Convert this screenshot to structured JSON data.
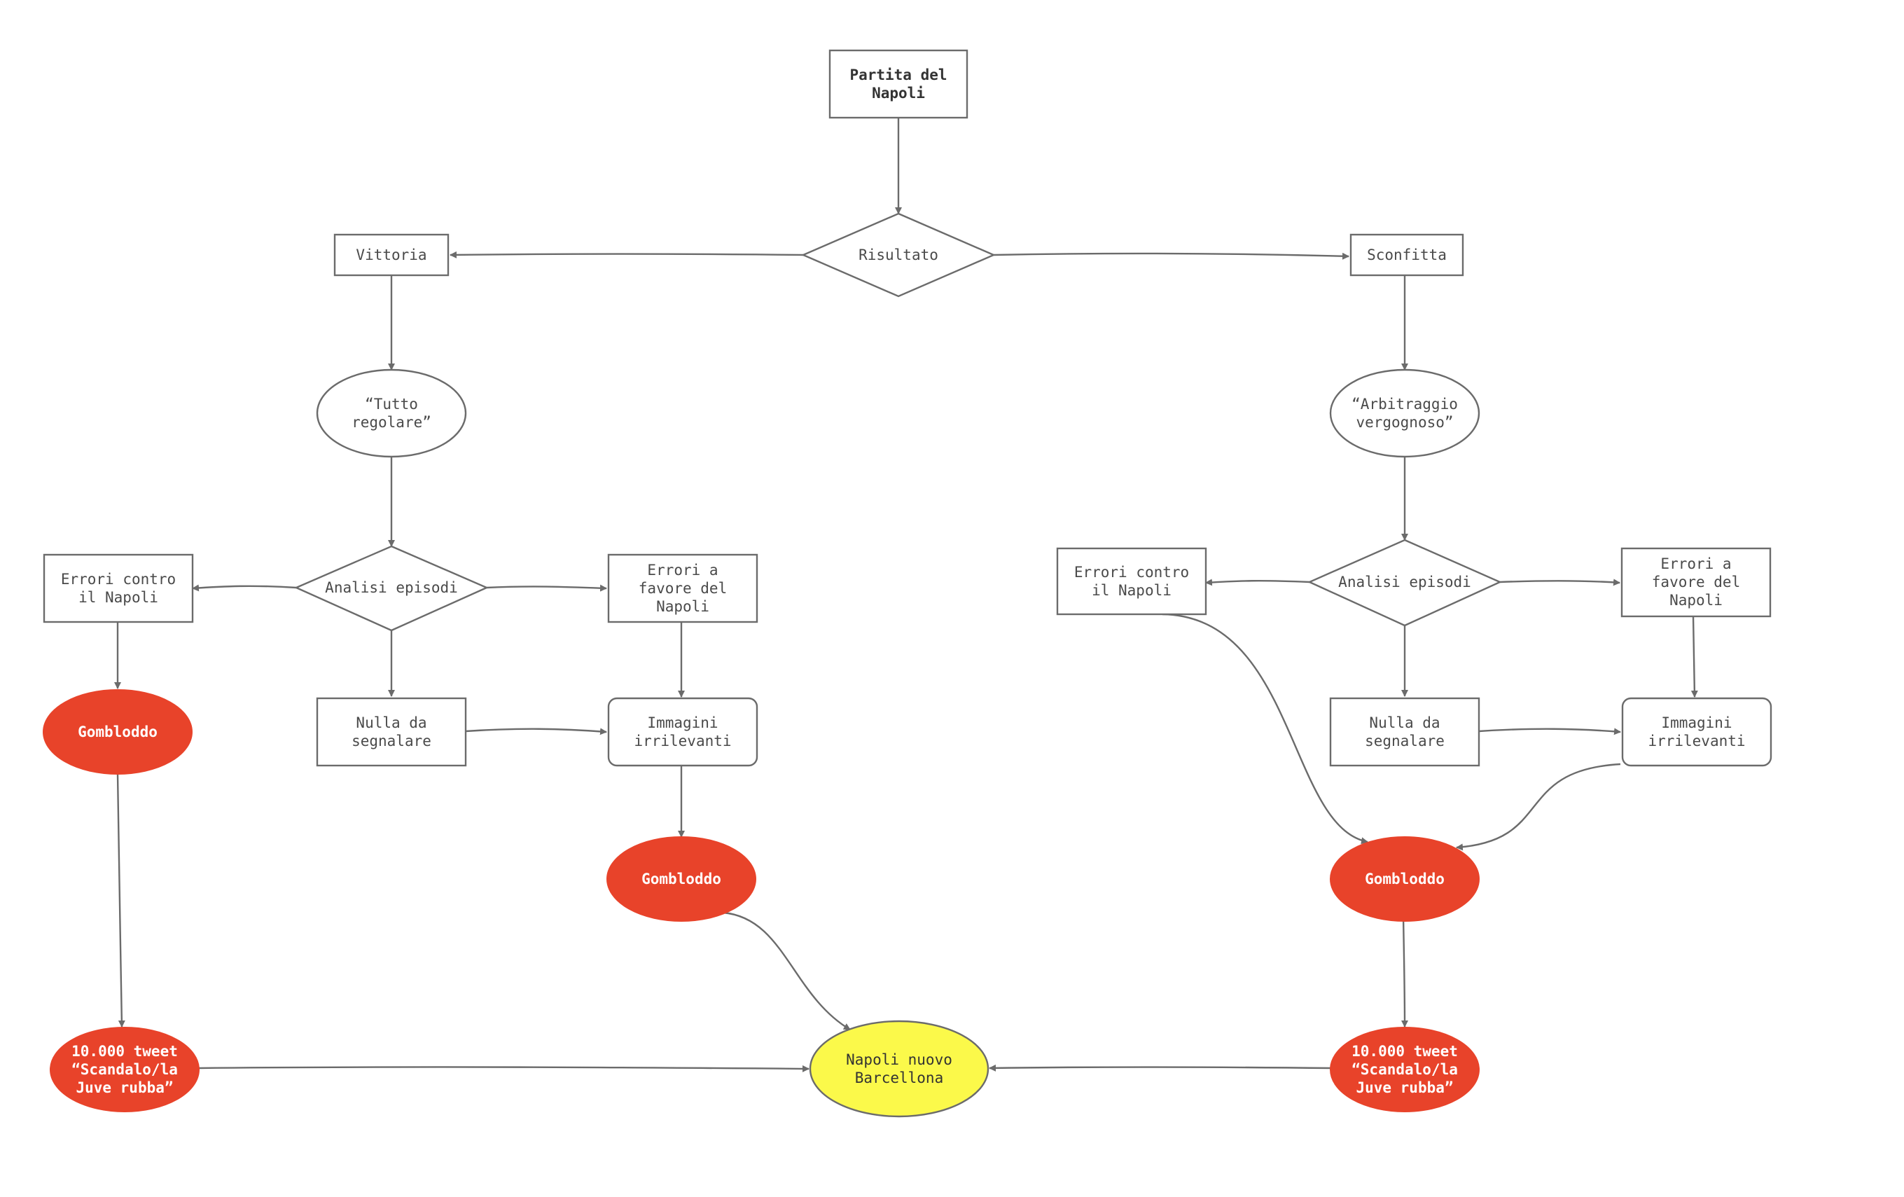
{
  "colors": {
    "line": "#6b6b6b",
    "node_fill": "#ffffff",
    "conspiracy": "#e8432a",
    "outcome": "#fbf94a",
    "text": "#4a4a4a"
  },
  "nodes": {
    "partita": [
      "Partita del",
      "Napoli"
    ],
    "risultato": [
      "Risultato"
    ],
    "vittoria": [
      "Vittoria"
    ],
    "sconfitta": [
      "Sconfitta"
    ],
    "tutto_regolare": [
      "“Tutto",
      "regolare”"
    ],
    "arbitraggio": [
      "“Arbitraggio",
      "vergognoso”"
    ],
    "analisi_left": [
      "Analisi episodi"
    ],
    "analisi_right": [
      "Analisi episodi"
    ],
    "errori_contro_left": [
      "Errori contro",
      "il Napoli"
    ],
    "errori_contro_right": [
      "Errori contro",
      "il Napoli"
    ],
    "errori_favore_left": [
      "Errori a",
      "favore del",
      "Napoli"
    ],
    "errori_favore_right": [
      "Errori a",
      "favore del",
      "Napoli"
    ],
    "nulla_left": [
      "Nulla da",
      "segnalare"
    ],
    "nulla_right": [
      "Nulla da",
      "segnalare"
    ],
    "immagini_left": [
      "Immagini",
      "irrilevanti"
    ],
    "immagini_right": [
      "Immagini",
      "irrilevanti"
    ],
    "gombloddo_a": [
      "Gombloddo"
    ],
    "gombloddo_b": [
      "Gombloddo"
    ],
    "gombloddo_c": [
      "Gombloddo"
    ],
    "tweet_left": [
      "10.000 tweet",
      "“Scandalo/la",
      "Juve rubba”"
    ],
    "tweet_right": [
      "10.000 tweet",
      "“Scandalo/la",
      "Juve rubba”"
    ],
    "barcellona": [
      "Napoli nuovo",
      "Barcellona"
    ]
  }
}
